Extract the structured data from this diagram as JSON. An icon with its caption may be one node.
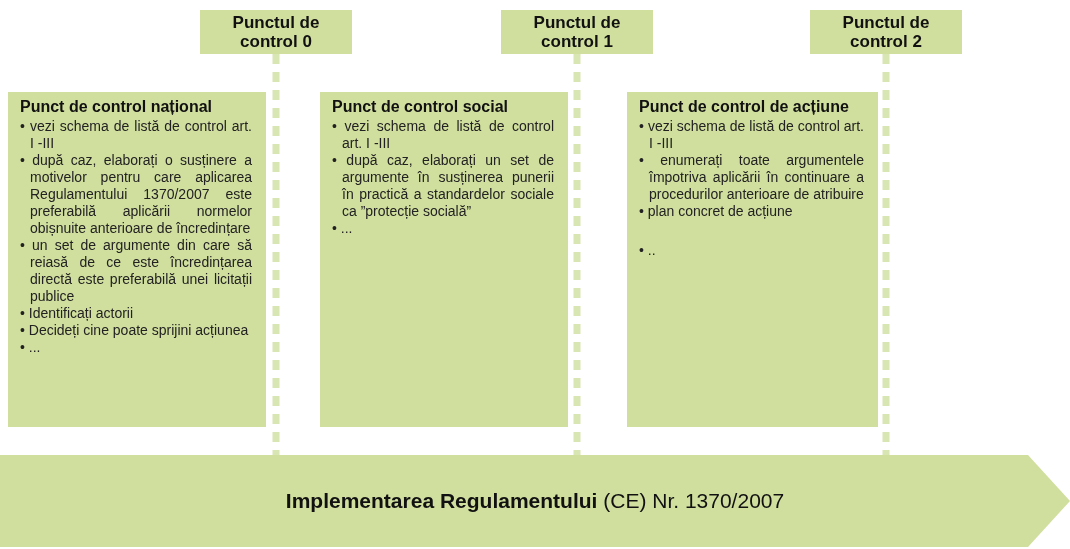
{
  "diagram": {
    "nodes": [
      {
        "text": [
          "Punctul de control 0"
        ]
      },
      {
        "text": [
          "Punctul de control 1"
        ]
      },
      {
        "text": [
          "Punctul de control 2"
        ]
      },
      {
        "text": [
          "Punct de control național",
          "• vezi schema de listă de control art. I -III",
          "• după caz, elaborați o susținere a motivelor pentru care aplicarea Regulamentului 1370/2007 este preferabilă aplicării normelor obișnuite anterioare de încredințare",
          "• un set de argumente din care să reiasă de ce este încredințarea directă este preferabilă unei licitații publice",
          "• Identificați actorii",
          "• Decideți cine poate sprijini acțiunea",
          "• ..."
        ]
      },
      {
        "text": [
          "Punct de control social",
          "• vezi schema de listă de control art. I -III",
          "• după caz, elaborați un set de argumente în susținerea punerii în practică a standardelor sociale ca ”protecție socială”",
          "• ..."
        ]
      },
      {
        "text": [
          "Punct de control de acțiune",
          "• vezi schema de listă de control art. I -III",
          "• enumerați toate argumentele împotriva aplicării în continuare a procedurilor anterioare de atribuire",
          "• plan concret de acțiune",
          "• .."
        ]
      },
      {
        "text": [
          "**Implementarea Regulamentului** (CE) Nr. 1370/2007"
        ]
      }
    ],
    "edges": [
      {
        "from": 0,
        "to": 6,
        "arrow": "none",
        "style": "dashed"
      },
      {
        "from": 1,
        "to": 6,
        "arrow": "none",
        "style": "dashed"
      },
      {
        "from": 2,
        "to": 6,
        "arrow": "none",
        "style": "dashed"
      }
    ]
  }
}
